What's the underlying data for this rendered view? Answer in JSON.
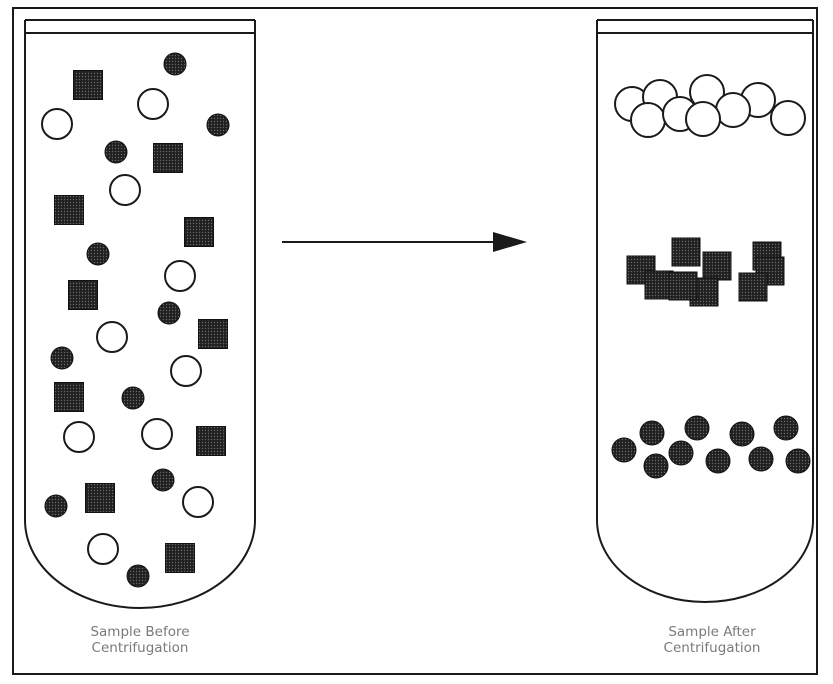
{
  "captions": {
    "before_line1": "Sample Before",
    "before_line2": "Centrifugation",
    "after_line1": "Sample After",
    "after_line2": "Centrifugation"
  },
  "colors": {
    "outline": "#1a1a1a",
    "particle_fill": "#2b2b2b",
    "caption_text": "#7a7a7a"
  },
  "particle_types": [
    "open-circle",
    "dark-circle",
    "dark-square"
  ]
}
